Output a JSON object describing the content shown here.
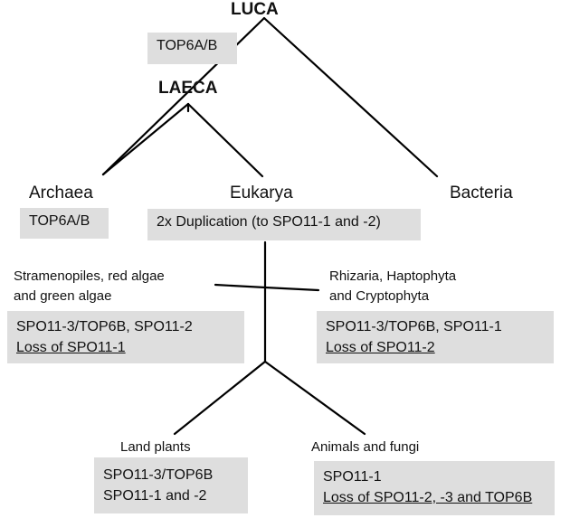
{
  "nodes": {
    "luca": "LUCA",
    "laeca": "LAECA",
    "archaea": "Archaea",
    "eukarya": "Eukarya",
    "bacteria": "Bacteria"
  },
  "boxes": {
    "luca_topo": "TOP6A/B",
    "archaea_topo": "TOP6A/B",
    "eukarya_dup": "2x Duplication (to SPO11-1 and -2)",
    "stramenopiles": [
      "SPO11-3/TOP6B, SPO11-2",
      "Loss of SPO11-1"
    ],
    "rhizaria": [
      "SPO11-3/TOP6B, SPO11-1",
      "Loss of SPO11-2"
    ],
    "land_plants": [
      "SPO11-3/TOP6B",
      "SPO11-1 and -2"
    ],
    "animals_fungi": [
      "SPO11-1",
      "Loss of SPO11-2, -3 and TOP6B"
    ]
  },
  "groups": {
    "stramenopiles": [
      "Stramenopiles, red algae",
      "and green algae"
    ],
    "rhizaria": [
      "Rhizaria, Haptophyta",
      "and Cryptophyta"
    ],
    "land_plants": "Land plants",
    "animals_fungi": "Animals and fungi"
  },
  "colors": {
    "box_fill": "#dedede",
    "line": "#000000"
  }
}
